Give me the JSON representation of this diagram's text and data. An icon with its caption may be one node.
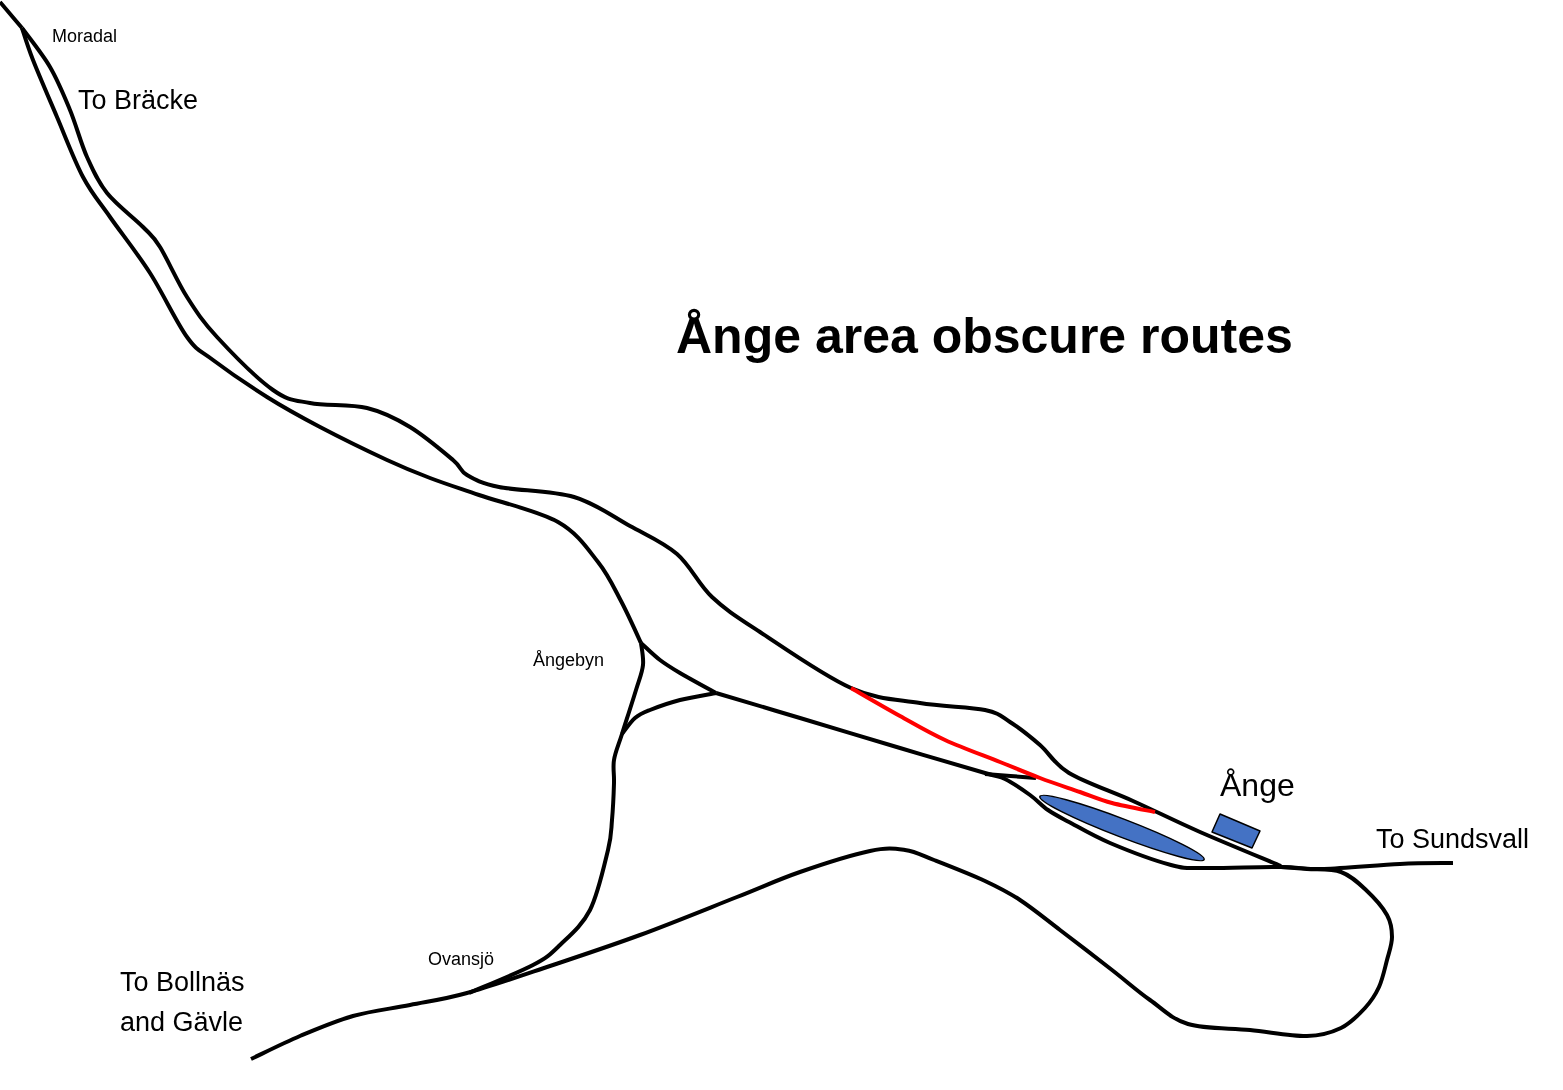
{
  "diagram": {
    "title": "Ånge area obscure routes",
    "labels": [
      "Moradal",
      "To Bräcke",
      "Ångebyn",
      "Ånge",
      "To Sundsvall",
      "Ovansjö",
      "To Bollnäs and Gävle"
    ]
  }
}
